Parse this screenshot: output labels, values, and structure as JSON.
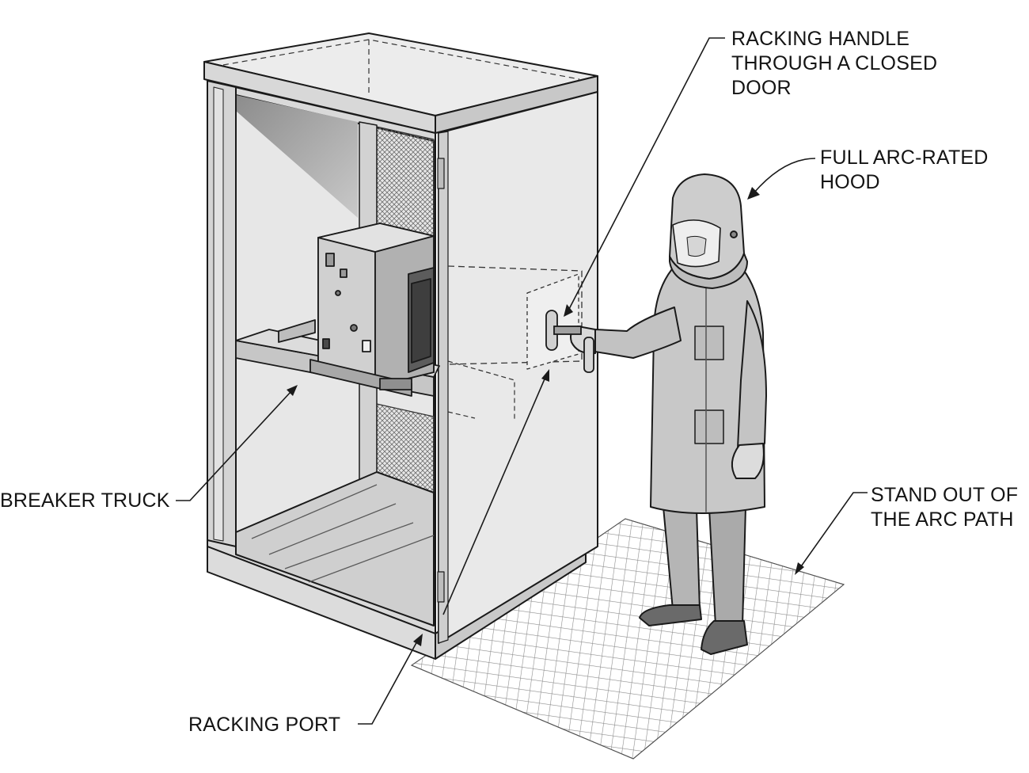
{
  "labels": {
    "racking_handle": [
      "RACKING HANDLE",
      "THROUGH A CLOSED",
      "DOOR"
    ],
    "hood": [
      "FULL ARC-RATED",
      "HOOD"
    ],
    "breaker_truck": "BREAKER TRUCK",
    "stand_out": [
      "STAND OUT OF",
      "THE ARC PATH"
    ],
    "racking_port": "RACKING PORT"
  },
  "colors": {
    "line": "#1a1a1a",
    "cabinet_light": "#e6e6e6",
    "cabinet_mid": "#cfcfcf",
    "cabinet_dark": "#a9a9a9",
    "breaker": "#bdbdbd",
    "suit": "#c4c4c4",
    "mat": "#9a9a9a"
  },
  "icons": [
    "switchgear-cabinet",
    "circuit-breaker",
    "arc-flash-worker",
    "floor-mat"
  ]
}
